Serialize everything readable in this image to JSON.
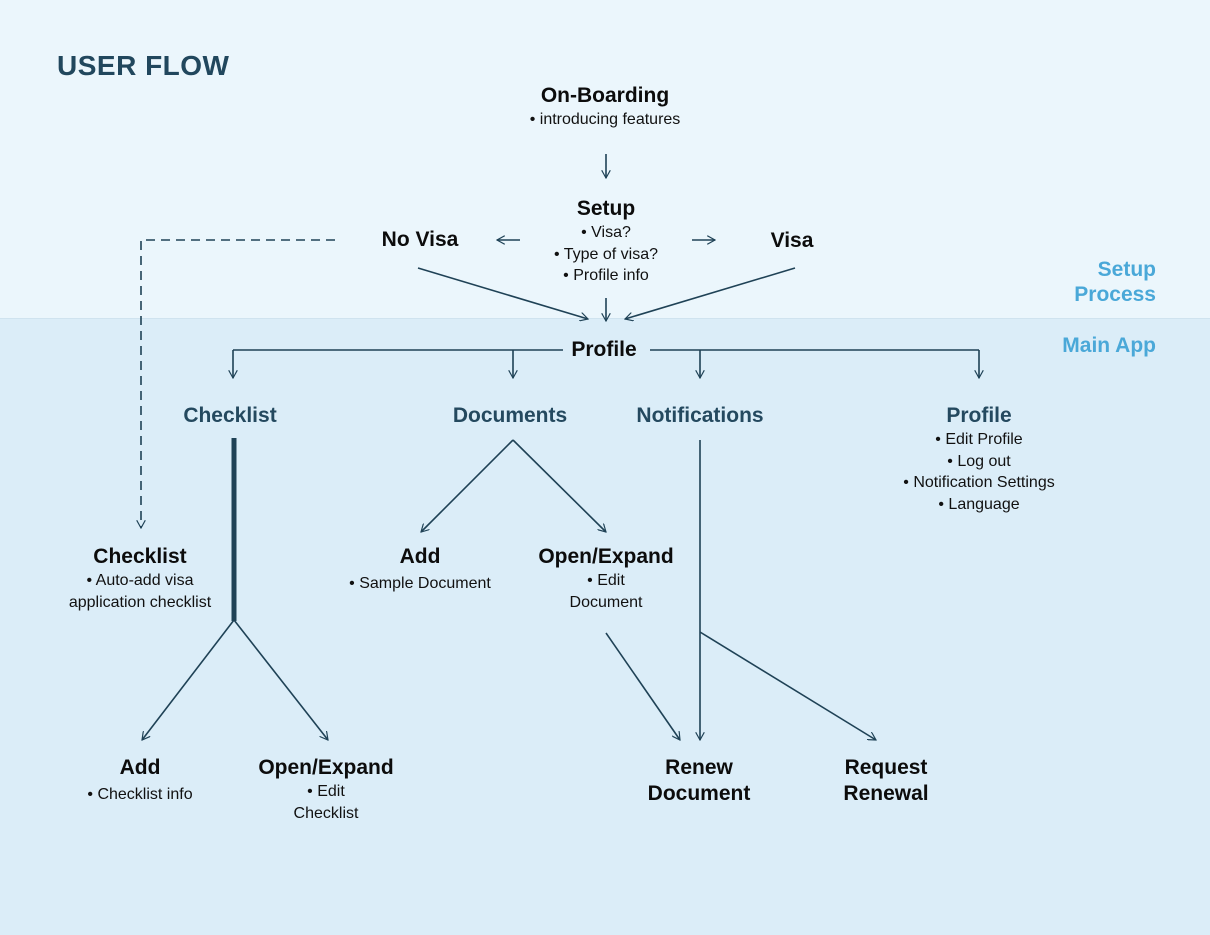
{
  "title": "USER FLOW",
  "sections": {
    "setup": [
      "Setup",
      "Process"
    ],
    "main": "Main App"
  },
  "onboarding": {
    "label": "On-Boarding",
    "items": [
      "• introducing features"
    ]
  },
  "setup": {
    "label": "Setup",
    "items": [
      "• Visa?",
      "• Type of visa?",
      "• Profile info"
    ]
  },
  "no_visa": {
    "label": "No Visa"
  },
  "visa": {
    "label": "Visa"
  },
  "profile_hub": {
    "label": "Profile"
  },
  "categories": {
    "checklist": "Checklist",
    "documents": "Documents",
    "notifications": "Notifications",
    "profile": "Profile"
  },
  "profile_items": [
    "• Edit Profile",
    "• Log out",
    "• Notification Settings",
    "• Language"
  ],
  "checklist_auto": {
    "label": "Checklist",
    "items": [
      "• Auto-add visa",
      "application checklist"
    ]
  },
  "doc_add": {
    "label": "Add",
    "items": [
      "•  Sample Document"
    ]
  },
  "doc_open": {
    "label": "Open/Expand",
    "items": [
      "• Edit",
      "Document"
    ]
  },
  "check_add": {
    "label": "Add",
    "items": [
      "•  Checklist info"
    ]
  },
  "check_open": {
    "label": "Open/Expand",
    "items": [
      "• Edit",
      "Checklist"
    ]
  },
  "renew": {
    "lines": [
      "Renew",
      "Document"
    ]
  },
  "request": {
    "lines": [
      "Request",
      "Renewal"
    ]
  },
  "colors": {
    "setup_bg": "#ebf6fc",
    "main_bg": "#dbedf8",
    "title": "#21475d",
    "category": "#24495f",
    "section_label": "#4aa8d8",
    "lines": "#1f4256"
  }
}
